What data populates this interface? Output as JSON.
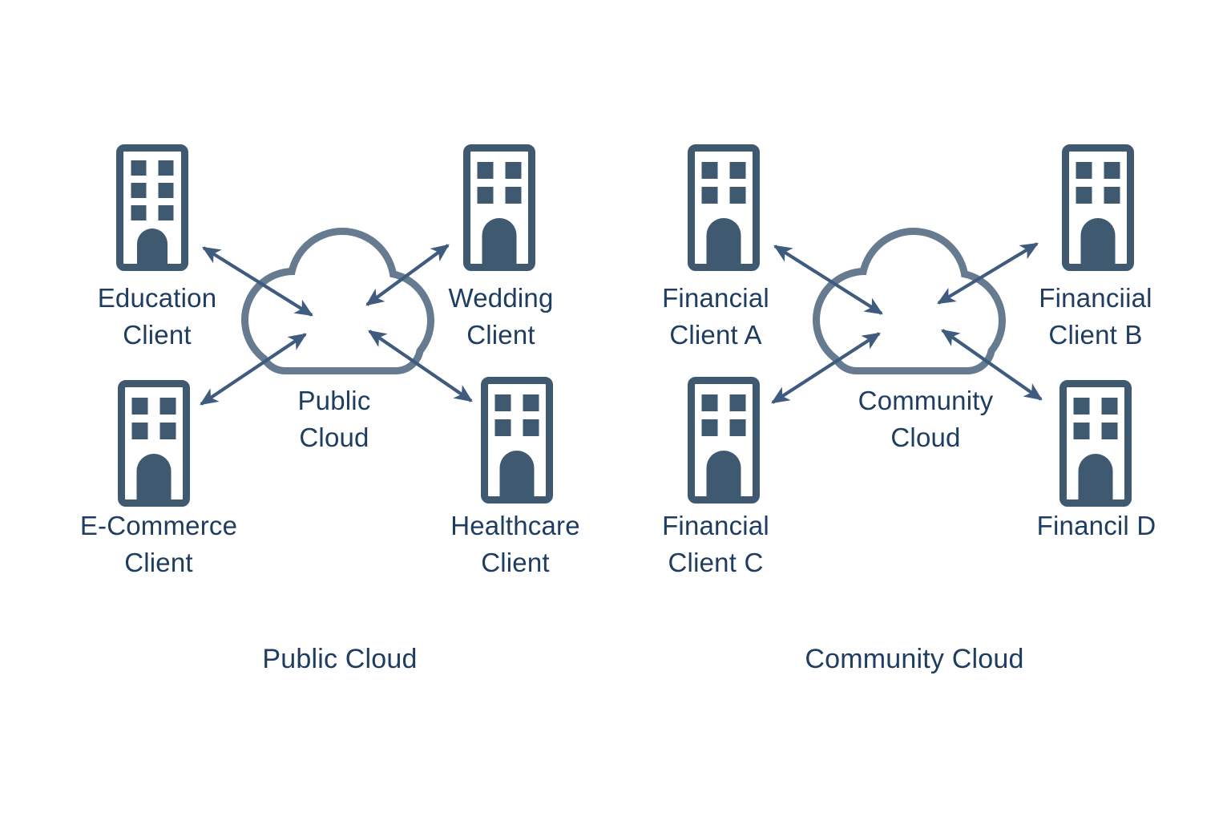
{
  "colors": {
    "building": "#3f5971",
    "arrow": "#3f5c7e",
    "cloud_outline": "#667b90",
    "text": "#1e3d60",
    "background": "#ffffff"
  },
  "public_cloud": {
    "caption": "Public Cloud",
    "cloud_label": {
      "line1": "Public",
      "line2": "Cloud"
    },
    "clients": {
      "top_left": {
        "line1": "Education",
        "line2": "Client"
      },
      "top_right": {
        "line1": "Wedding",
        "line2": "Client"
      },
      "bottom_left": {
        "line1": "E-Commerce",
        "line2": "Client"
      },
      "bottom_right": {
        "line1": "Healthcare",
        "line2": "Client"
      }
    }
  },
  "community_cloud": {
    "caption": "Community Cloud",
    "cloud_label": {
      "line1": "Community",
      "line2": "Cloud"
    },
    "clients": {
      "top_left": {
        "line1": "Financial",
        "line2": "Client A"
      },
      "top_right": {
        "line1": "Financiial",
        "line2": "Client B"
      },
      "bottom_left": {
        "line1": "Financial",
        "line2": "Client C"
      },
      "bottom_right": {
        "line1": "Financil D",
        "line2": ""
      }
    }
  }
}
